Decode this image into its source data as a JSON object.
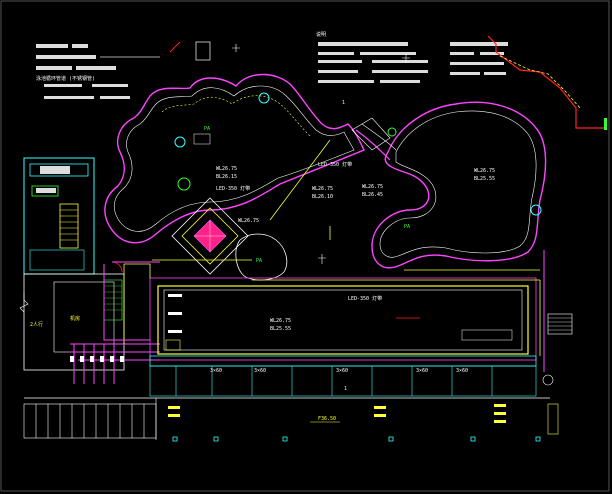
{
  "colors": {
    "background": "#000000",
    "pool_outline": "#ff44ff",
    "pipe": "#ffff33",
    "building": "#33ffff",
    "text": "#ffffff",
    "plant": "#33ff33",
    "accent": "#ff2222"
  },
  "labels": {
    "pa_left": "PA",
    "pa_right": "PA",
    "pa_center": "PA",
    "wl_1": "WL26.75",
    "wl_1b": "BL26.15",
    "wl_2": "WL26.75",
    "wl_2b": "BL25.55",
    "wl_3": "WL26.75",
    "wl_3b": "BL26.10",
    "wl_4": "WL26.75",
    "wl_4b": "BL25.55",
    "wl_5": "WL26.75",
    "wl_5b": "BL26.45",
    "wl_6": "WL26.75",
    "led_1": "LED-350 灯带",
    "led_2": "LED-350 灯带",
    "led_3": "LED-350 灯带",
    "room_label": "机房",
    "section_label": "2人行",
    "bottom_ref": "F36.50",
    "dim_1": "3×60",
    "dim_2": "3×60",
    "dim_3": "3×60",
    "dim_4": "3×60",
    "dim_5": "3×60",
    "note_left_1": "泳池循环管道 (不锈钢管)",
    "note_left_2": "泳池排水管道",
    "note_top": "说明",
    "marker_1": "1",
    "marker_2": "1"
  }
}
